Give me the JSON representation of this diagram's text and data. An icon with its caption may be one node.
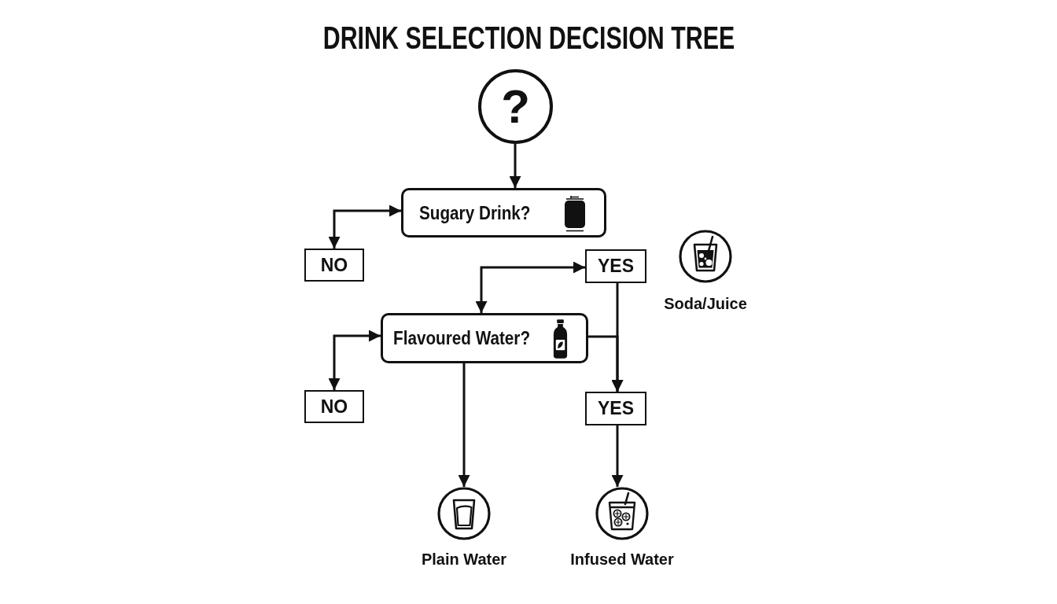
{
  "diagram": {
    "title": "DRINK SELECTION DECISION TREE",
    "nodes": [
      {
        "text": [
          "?"
        ]
      },
      {
        "text": [
          "Sugary Drink?"
        ]
      },
      {
        "text": [
          "NO"
        ]
      },
      {
        "text": [
          "YES"
        ]
      },
      {
        "text": [
          "Soda/Juice"
        ]
      },
      {
        "text": [
          "Flavoured Water?"
        ]
      },
      {
        "text": [
          "NO"
        ]
      },
      {
        "text": [
          "YES"
        ]
      },
      {
        "text": [
          "Plain Water"
        ]
      },
      {
        "text": [
          "Infused Water"
        ]
      }
    ],
    "edges": [
      {
        "from": 0,
        "to": 1,
        "arrow": "to"
      },
      {
        "from": 1,
        "to": 2,
        "arrow": "both"
      },
      {
        "from": 3,
        "to": 5,
        "arrow": "both"
      },
      {
        "from": 5,
        "to": 6,
        "arrow": "both"
      },
      {
        "from": 3,
        "to": 7,
        "arrow": "to"
      },
      {
        "from": 5,
        "to": 7,
        "arrow": "to"
      },
      {
        "from": 5,
        "to": 8,
        "arrow": "to"
      },
      {
        "from": 7,
        "to": 9,
        "arrow": "to"
      }
    ]
  }
}
